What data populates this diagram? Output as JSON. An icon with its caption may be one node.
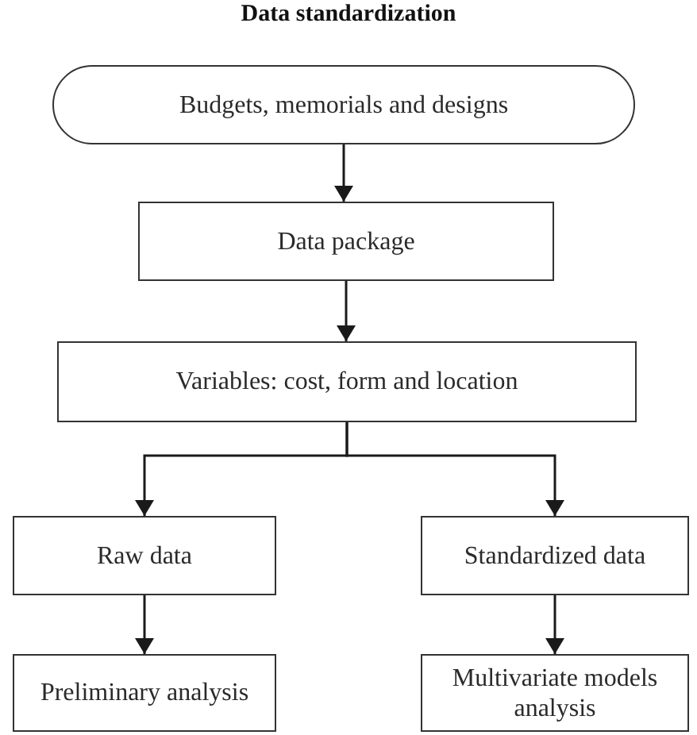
{
  "diagram": {
    "title": "Data standardization",
    "nodes": [
      {
        "text": [
          "Budgets, memorials and designs"
        ]
      },
      {
        "text": [
          "Data package"
        ]
      },
      {
        "text": [
          "Variables: cost, form and location"
        ]
      },
      {
        "text": [
          "Raw data"
        ]
      },
      {
        "text": [
          "Standardized data"
        ]
      },
      {
        "text": [
          "Preliminary analysis"
        ]
      },
      {
        "text": [
          "Multivariate models analysis"
        ]
      }
    ],
    "edges": [
      {
        "from": 0,
        "to": 1,
        "arrow": "to"
      },
      {
        "from": 1,
        "to": 2,
        "arrow": "to"
      },
      {
        "from": 2,
        "to": 3,
        "arrow": "to"
      },
      {
        "from": 2,
        "to": 4,
        "arrow": "to"
      },
      {
        "from": 3,
        "to": 5,
        "arrow": "to"
      },
      {
        "from": 4,
        "to": 6,
        "arrow": "to"
      }
    ]
  }
}
